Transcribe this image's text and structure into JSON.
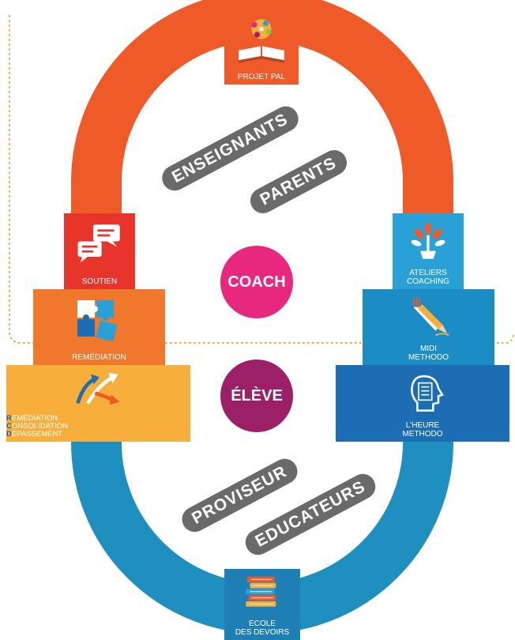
{
  "colors": {
    "ring_top": "#ef5a29",
    "ring_bottom": "#1f8fbf",
    "coach": "#e8287f",
    "eleve": "#9c2068",
    "tag": "#6a6a6a"
  },
  "center": {
    "coach": "COACH",
    "eleve": "ÉLÈVE"
  },
  "tags": {
    "enseignants": "ENSEIGNANTS",
    "parents": "PARENTS",
    "proviseur": "PROVISEUR",
    "educateurs": "EDUCATEURS"
  },
  "boxes": {
    "projet_pal": {
      "label": "PROJET PAL",
      "color": "#ef5a29",
      "icon": "book-icon"
    },
    "soutien": {
      "label": "SOUTIEN",
      "color": "#e8352c",
      "icon": "chat-bubbles-icon"
    },
    "remediation": {
      "label": "REMÉDIATION",
      "color": "#f0782c",
      "icon": "puzzle-icon"
    },
    "rcd": {
      "color": "#f7ae3b",
      "icon": "arrows-icon",
      "lines": [
        {
          "initial": "R",
          "rest": "EMÉDIATION"
        },
        {
          "initial": "C",
          "rest": "ONSOLIDATION"
        },
        {
          "initial": "D",
          "rest": "ÉPASSEMENT"
        }
      ]
    },
    "ateliers": {
      "line1": "ATELIERS",
      "line2": "COACHING",
      "color": "#2aa1d6",
      "icon": "tree-hand-icon"
    },
    "midi": {
      "line1": "MIDI",
      "line2": "METHODO",
      "color": "#1b8dc4",
      "icon": "pencil-fork-icon"
    },
    "heure": {
      "line1": "L'HEURE",
      "line2": "METHODO",
      "color": "#1d6db4",
      "icon": "head-list-icon"
    },
    "ecole": {
      "line1": "ECOLE",
      "line2": "DES DEVOIRS",
      "color": "#1e7fb5",
      "icon": "books-stack-icon"
    }
  }
}
